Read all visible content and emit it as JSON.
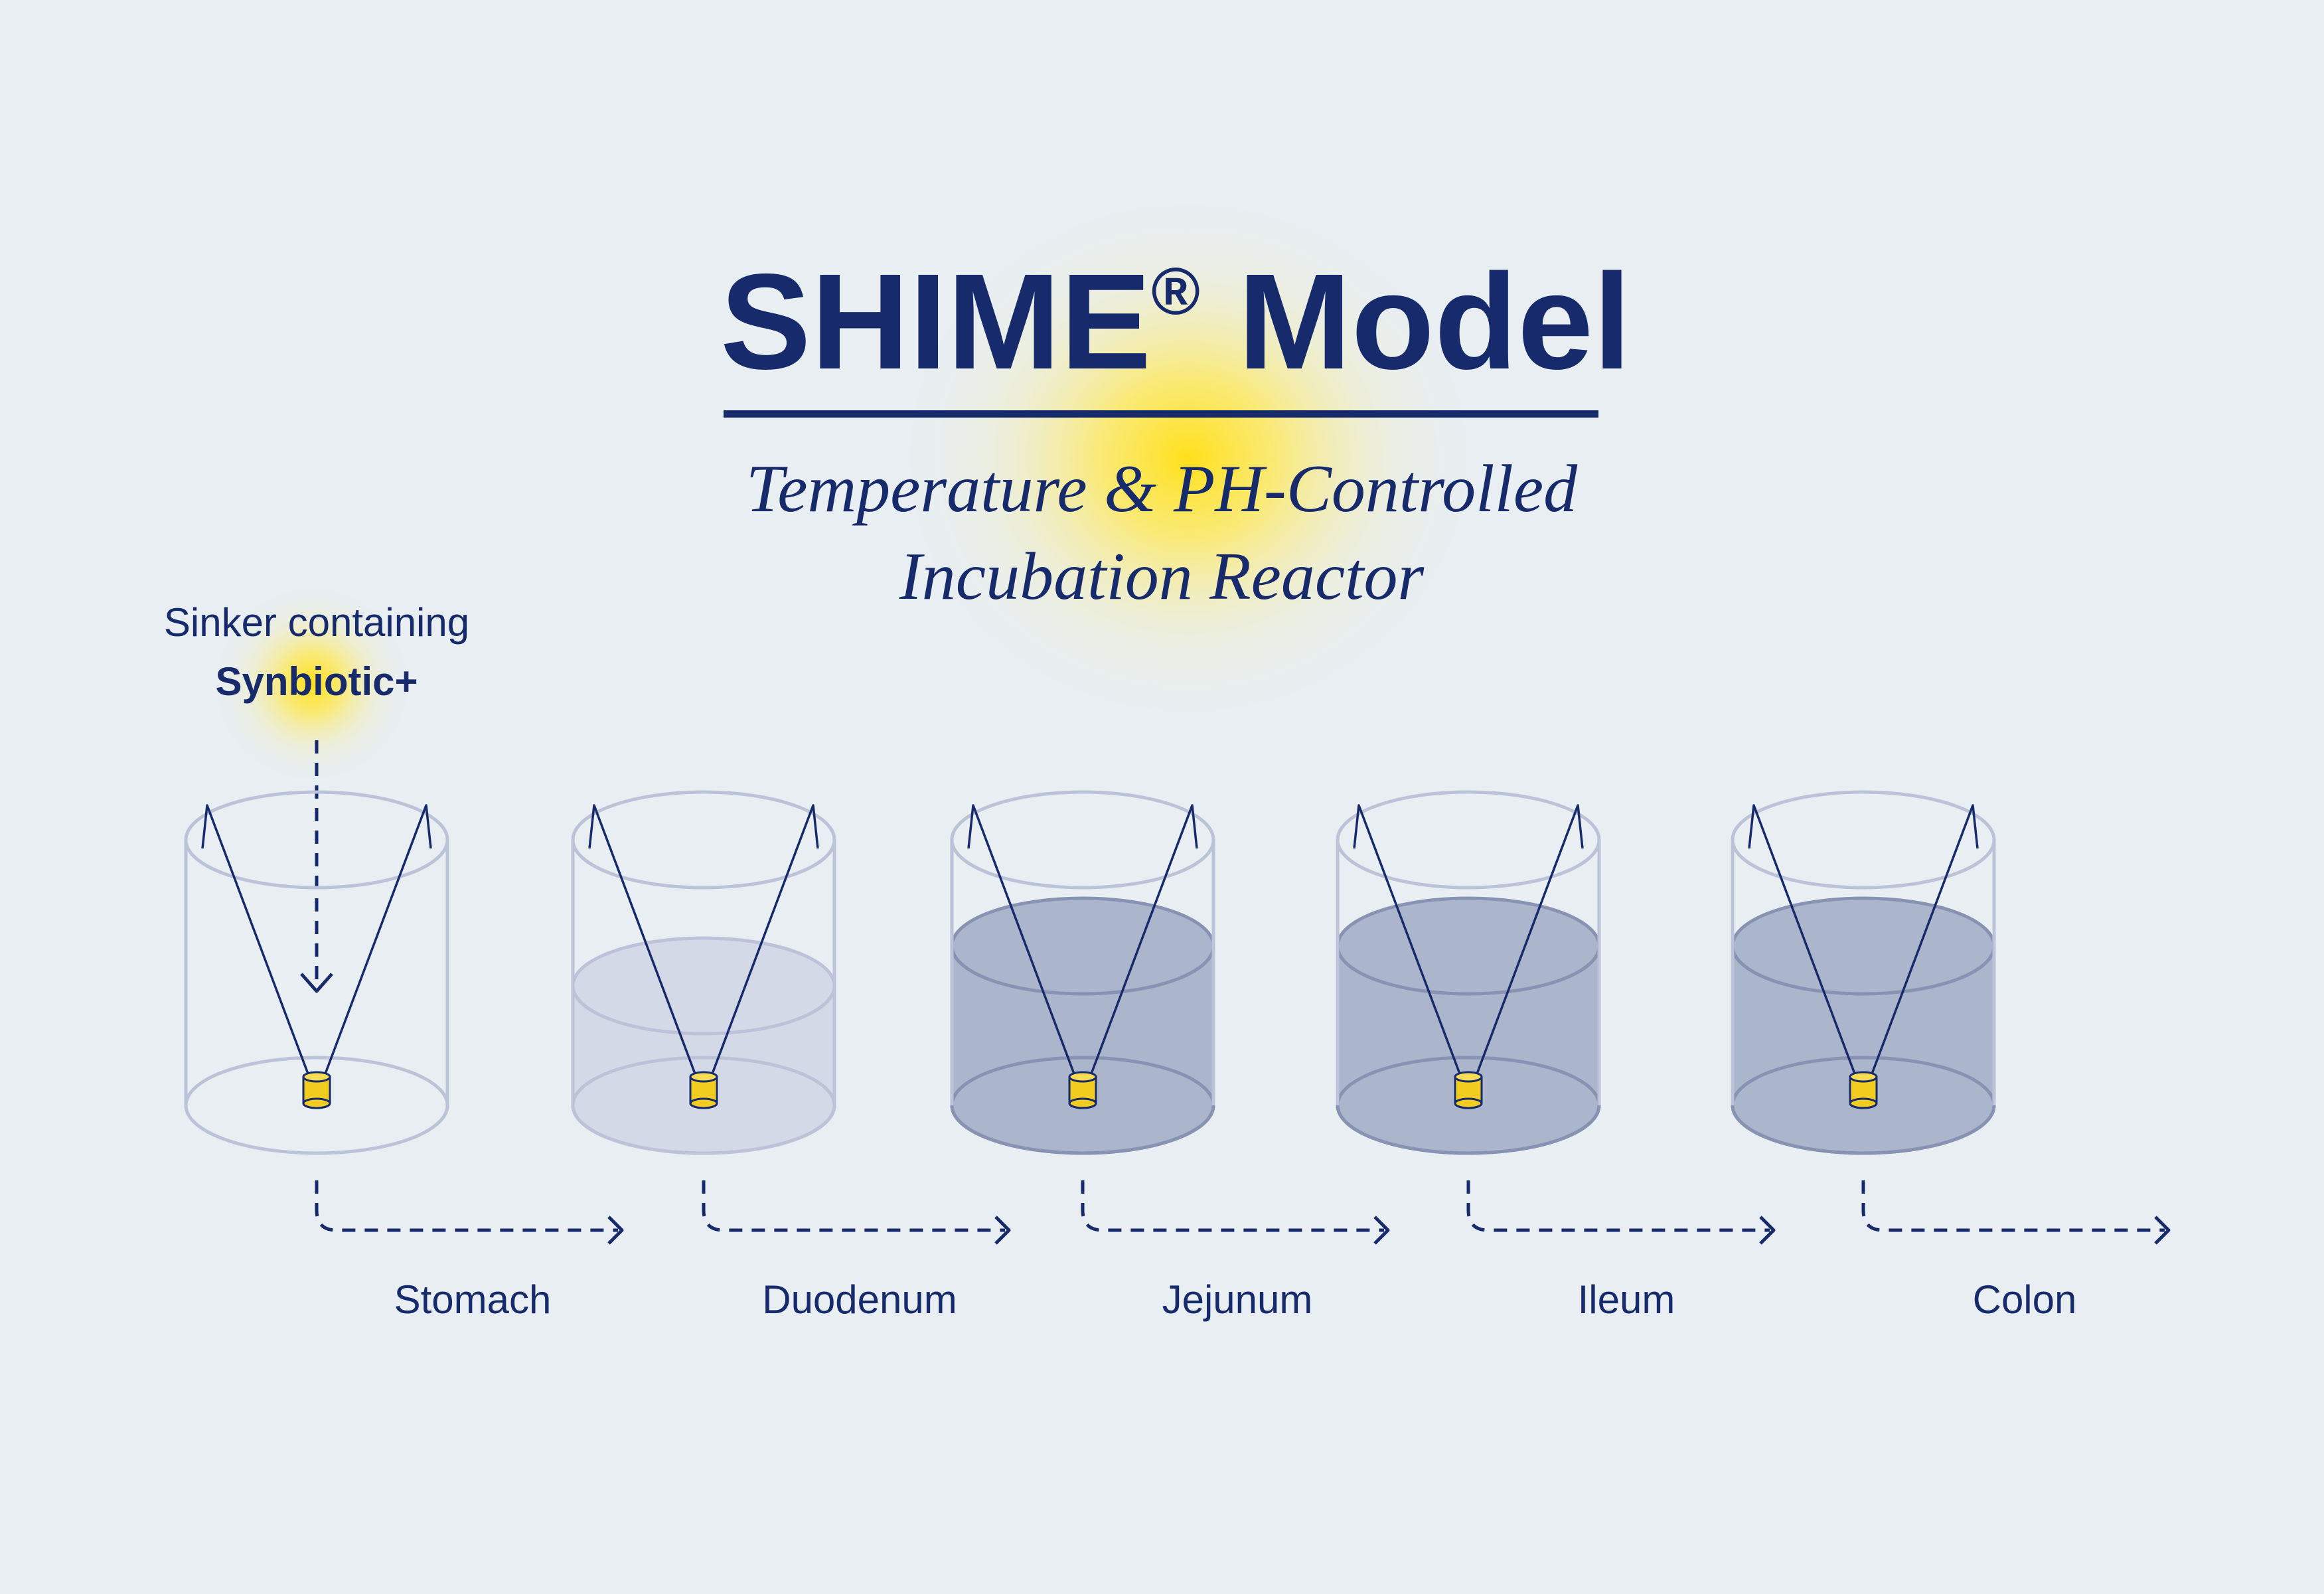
{
  "title": {
    "main": "SHIME",
    "registered": "®",
    "suffix": " Model"
  },
  "subtitle": {
    "line1": "Temperature & PH-Controlled",
    "line2": "Incubation Reactor"
  },
  "sinker_note": {
    "line1": "Sinker containing",
    "line2": "Synbiotic+"
  },
  "stages": [
    {
      "label": "Stomach",
      "fill_level": 0
    },
    {
      "label": "Duodenum",
      "fill_level": 0.45
    },
    {
      "label": "Jejunum",
      "fill_level": 0.6
    },
    {
      "label": "Ileum",
      "fill_level": 0.6
    },
    {
      "label": "Colon",
      "fill_level": 0.6
    }
  ],
  "colors": {
    "background": "#e8eef1",
    "navy": "#172a6b",
    "vessel_outline": "#bcc3d8",
    "light_liquid": "#d3d9e7",
    "dark_liquid": "#abb5cc",
    "dark_liquid_outline": "#8893b3",
    "sinker_yellow": "#f2cc1f",
    "glow_yellow": "#ffe01a"
  }
}
